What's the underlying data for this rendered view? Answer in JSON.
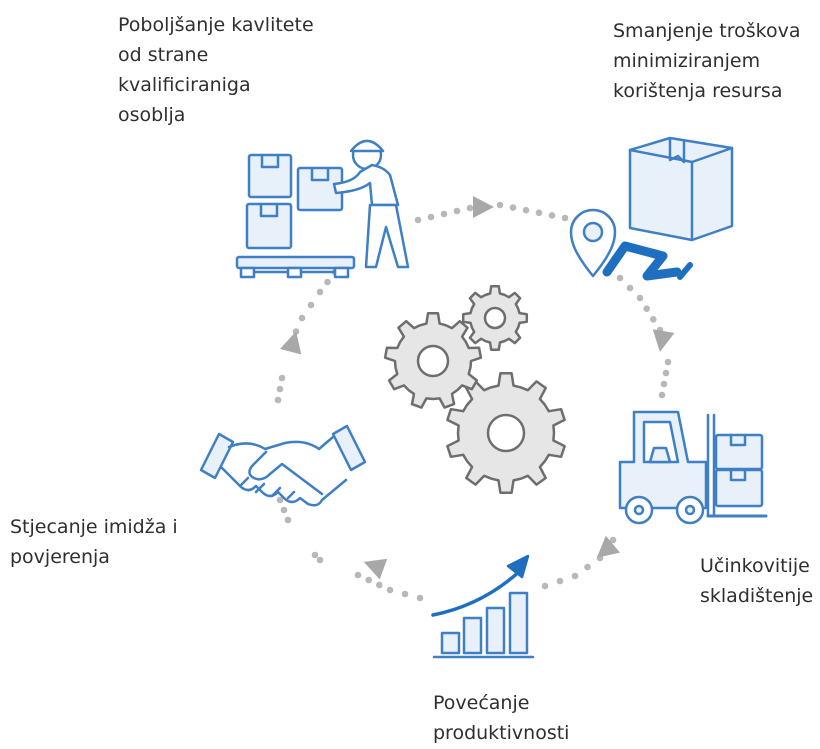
{
  "labels": {
    "quality": [
      "Poboljšanje kavlitete",
      "od strane",
      "kvalificiraniga",
      "osoblja"
    ],
    "cost": [
      "Smanjenje troškova",
      "minimiziranjem",
      "korištenja resursa"
    ],
    "storage": [
      "Učinkovitije",
      "skladištenje"
    ],
    "productivity": [
      "Povećanje",
      "produktivnosti"
    ],
    "image": [
      "Stjecanje imidža i",
      "povjerenja"
    ]
  },
  "icons": [
    "worker-with-boxes-icon",
    "delivery-box-route-icon",
    "forklift-icon",
    "growth-bar-chart-icon",
    "handshake-icon",
    "gears-icon",
    "cycle-arrow-icon"
  ],
  "colors": {
    "icon_stroke": "#3f7fc4",
    "icon_fill": "#e8f0fa",
    "accent_blue": "#1f6fc0",
    "gear_fill": "#e6e6e6",
    "gear_stroke": "#6e6e6e",
    "dots": "#b8b8b8",
    "arrows": "#a8a8a8",
    "text": "#2f2f2f"
  }
}
